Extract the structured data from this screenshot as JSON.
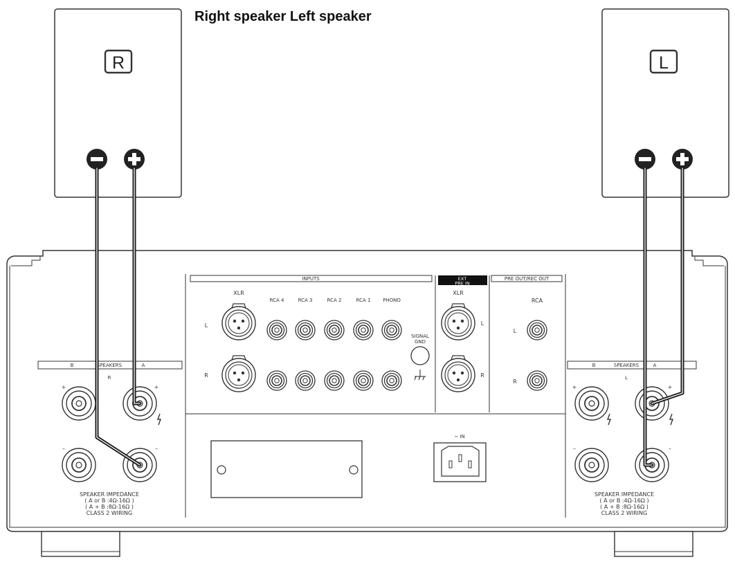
{
  "heading": "Right speaker Left speaker",
  "speakers": {
    "right_letter": "R",
    "left_letter": "L"
  },
  "inputs": {
    "section_title": "INPUTS",
    "xlr_label": "XLR",
    "rca_labels": [
      "RCA 4",
      "RCA 3",
      "RCA 2",
      "RCA 1",
      "PHONO"
    ],
    "row_l": "L",
    "row_r": "R",
    "signal_gnd": [
      "SIGNAL",
      "GND"
    ]
  },
  "ext_pre_in": {
    "title_line1": "EXT",
    "title_line2": "PRE IN",
    "xlr_label": "XLR",
    "l": "L",
    "r": "R"
  },
  "pre_out": {
    "title": "PRE OUT/REC OUT",
    "rca_label": "RCA",
    "l": "L",
    "r": "R"
  },
  "power": {
    "label": "~ IN"
  },
  "speaker_terminals": {
    "left_panel": {
      "header_b": "B",
      "header_mid": "SPEAKERS",
      "header_a": "A",
      "channel": "R",
      "plus": "+",
      "minus": "–",
      "impedance_lines": [
        "SPEAKER IMPEDANCE",
        "( A or B :4Ω-16Ω )",
        "( A + B :8Ω-16Ω )",
        "CLASS 2 WIRING"
      ]
    },
    "right_panel": {
      "header_b": "B",
      "header_mid": "SPEAKERS",
      "header_a": "A",
      "channel": "L",
      "plus": "+",
      "minus": "–",
      "impedance_lines": [
        "SPEAKER IMPEDANCE",
        "( A or B :4Ω-16Ω )",
        "( A + B :8Ω-16Ω )",
        "CLASS 2 WIRING"
      ]
    }
  },
  "colors": {
    "line": "#333333",
    "wire": "#1a1a1a",
    "terminal_fill": "#222222"
  }
}
